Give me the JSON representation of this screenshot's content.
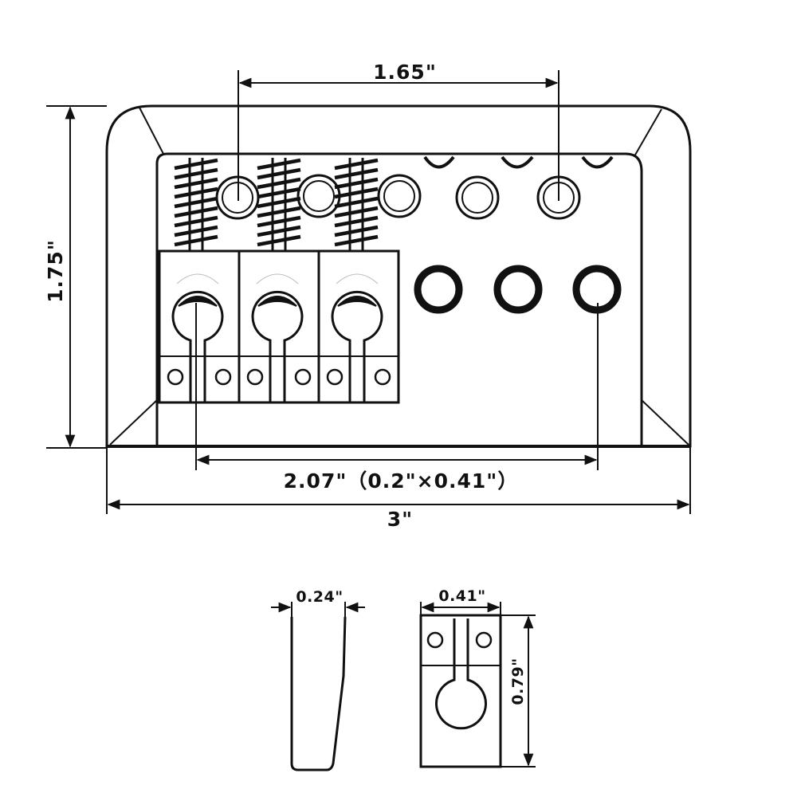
{
  "dimensions": {
    "saddle_spacing": "1.65\"",
    "height": "1.75\"",
    "string_spacing": "2.07\"（0.2\"×0.41\"）",
    "width": "3\"",
    "saddle_thickness": "0.24\"",
    "saddle_width": "0.41\"",
    "saddle_length": "0.79\""
  },
  "colors": {
    "line": "#111111",
    "background": "#ffffff"
  }
}
